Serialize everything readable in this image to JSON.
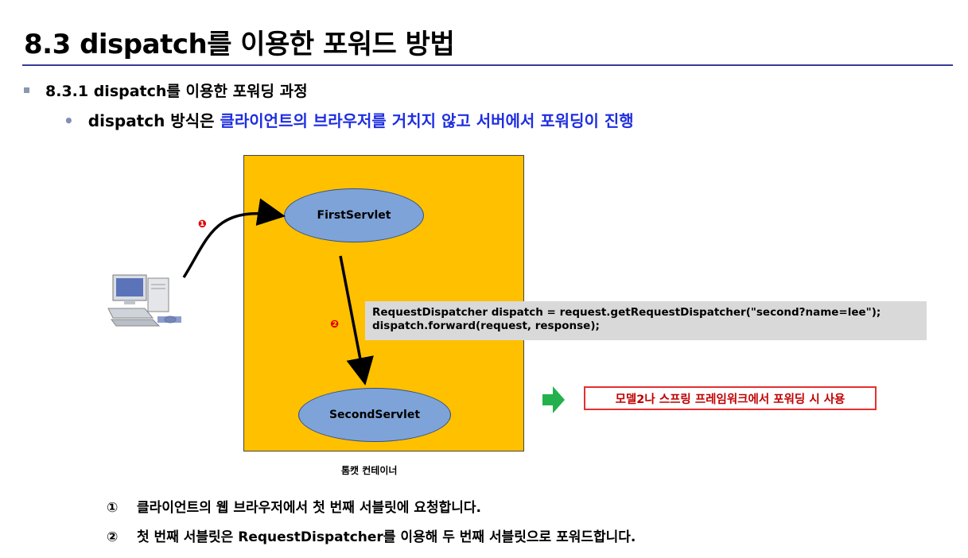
{
  "title": "8.3 dispatch를 이용한 포워드 방법",
  "bullet1": "8.3.1 dispatch를 이용한 포워딩 과정",
  "bullet2": {
    "dot": "•",
    "prefix": "dispatch 방식은 ",
    "highlight": "클라이언트의 브라우저를 거치지 않고 서버에서 포워딩이 진행"
  },
  "diagram": {
    "servlet1": "FirstServlet",
    "servlet2": "SecondServlet",
    "step1": "❶",
    "step2": "❷",
    "code_line1": "RequestDispatcher dispatch = request.getRequestDispatcher(\"second?name=lee\");",
    "code_line2": "dispatch.forward(request, response);",
    "container_label": "톰캣 컨테이너",
    "note": "모델2나 스프링 프레임워크에서 포워딩 시 사용"
  },
  "footnotes": [
    {
      "num": "①",
      "text": "클라이언트의 웹 브라우저에서 첫 번째 서블릿에 요청합니다."
    },
    {
      "num": "②",
      "text": "첫 번째 서블릿은 RequestDispatcher를 이용해 두 번째 서블릿으로 포워드합니다."
    }
  ],
  "colors": {
    "container": "#ffc000",
    "ellipse": "#7ea3d8",
    "highlight": "#1f2ee0",
    "note_border": "#e53030",
    "step_number": "#e00000"
  }
}
